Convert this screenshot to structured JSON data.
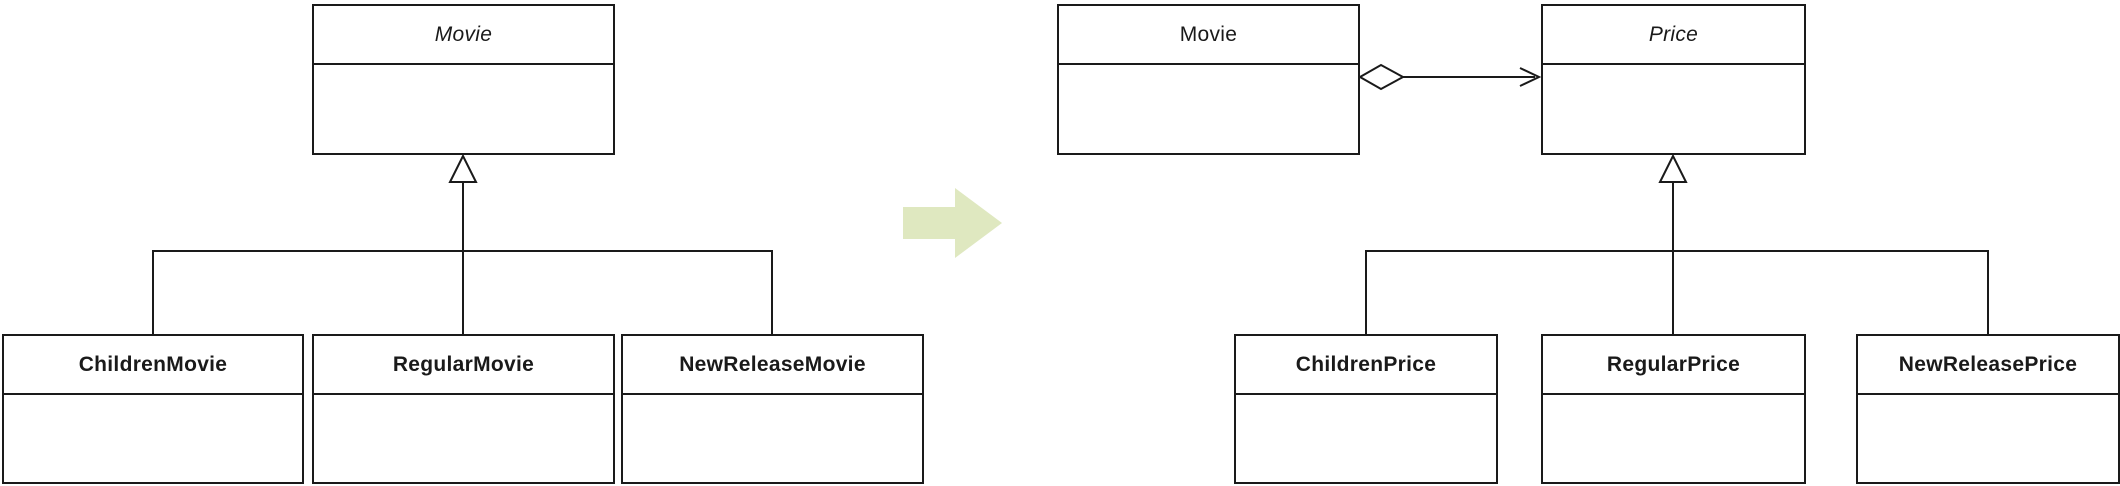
{
  "before": {
    "superclass": {
      "name": "Movie",
      "abstract": true
    },
    "subclasses": [
      {
        "name": "ChildrenMovie"
      },
      {
        "name": "RegularMovie"
      },
      {
        "name": "NewReleaseMovie"
      }
    ]
  },
  "after": {
    "context_class": {
      "name": "Movie"
    },
    "superclass": {
      "name": "Price",
      "abstract": true
    },
    "subclasses": [
      {
        "name": "ChildrenPrice"
      },
      {
        "name": "RegularPrice"
      },
      {
        "name": "NewReleasePrice"
      }
    ],
    "relation": "aggregation"
  },
  "transform": {
    "arrow_color": "#dfe8c0"
  }
}
